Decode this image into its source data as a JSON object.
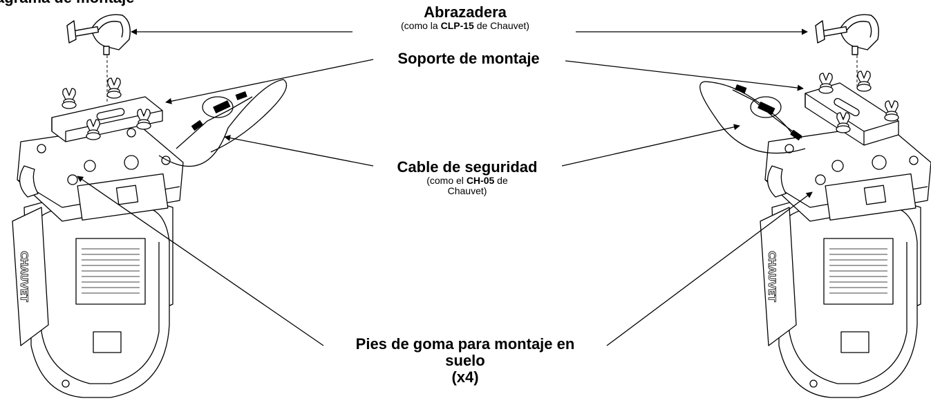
{
  "title": "Diagrama de montaje",
  "labels": {
    "clamp": {
      "title": "Abrazadera",
      "sub_pre": "(como la ",
      "sub_bold": "CLP-15",
      "sub_post": " de Chauvet)"
    },
    "bracket": {
      "title": "Soporte de montaje"
    },
    "safety": {
      "title": "Cable de seguridad",
      "sub_pre": "(como el ",
      "sub_bold": "CH-05",
      "sub_mid": " de",
      "sub_line2": "Chauvet)"
    },
    "feet": {
      "line1": "Pies de goma para montaje en",
      "line2": "suelo",
      "line3": "(x4)"
    }
  },
  "fixture_logo": "CHAUVET"
}
